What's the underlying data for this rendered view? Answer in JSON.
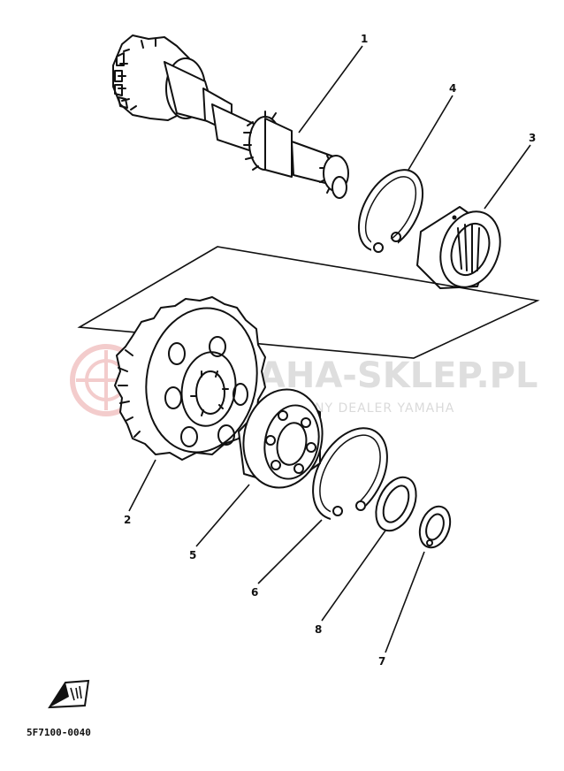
{
  "watermark": {
    "brand": "YAMAHA-SKLEP.PL",
    "tagline": "AUTORYZOWANY DEALER YAMAHA",
    "accent_color": "#e8a0a0"
  },
  "callouts": [
    {
      "id": "1",
      "label": "1"
    },
    {
      "id": "2",
      "label": "2"
    },
    {
      "id": "3",
      "label": "3"
    },
    {
      "id": "4",
      "label": "4"
    },
    {
      "id": "5",
      "label": "5"
    },
    {
      "id": "6",
      "label": "6"
    },
    {
      "id": "7",
      "label": "7"
    },
    {
      "id": "8",
      "label": "8"
    }
  ],
  "part_code": "5F7100-0040",
  "direction_icon": "front-arrow-icon"
}
